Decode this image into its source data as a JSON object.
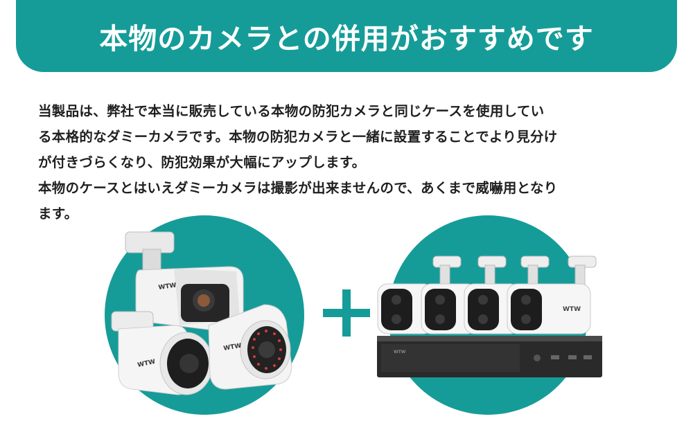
{
  "banner": {
    "title": "本物のカメラとの併用がおすすめです"
  },
  "body": {
    "lines": [
      "当製品は、弊社で本当に販売している本物の防犯カメラと同じケースを使用してい",
      "る本格的なダミーカメラです。本物の防犯カメラと一緒に設置することでより見分け",
      "が付きづらくなり、防犯効果が大幅にアップします。",
      "本物のケースとはいえダミーカメラは撮影が出来ませんので、あくまで威嚇用となり",
      "ます。"
    ]
  },
  "images": {
    "left_brand_1": "WTW",
    "left_brand_2": "WTW",
    "left_brand_3": "WTW",
    "right_brand": "WTW",
    "nvr_brand": "WTW"
  },
  "colors": {
    "accent": "#169c98",
    "text": "#1f1f1f"
  },
  "icons": {
    "plus": "plus-icon"
  }
}
